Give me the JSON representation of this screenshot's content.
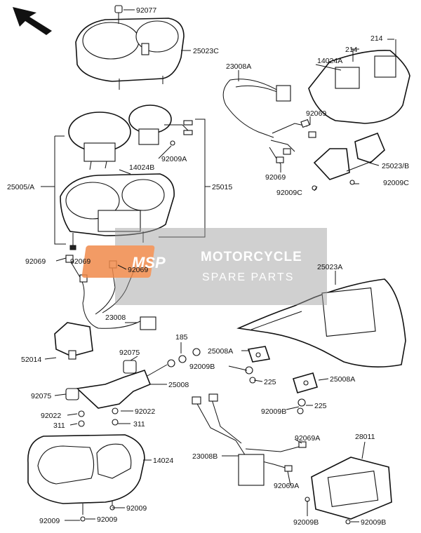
{
  "watermark": {
    "logo": "MSP",
    "title": "MOTORCYCLE",
    "subtitle": "SPARE PARTS",
    "accent_color": "#f08a4b"
  },
  "labels": {
    "p92077": "92077",
    "p25023c": "25023C",
    "p23008a": "23008A",
    "p214a": "214",
    "p214b": "214",
    "p14024a": "14024A",
    "p92069_top": "92069",
    "p92069_mid": "92069",
    "p25023b": "25023/B",
    "p92009c_l": "92009C",
    "p92009c_r": "92009C",
    "p92009a": "92009A",
    "p14024b": "14024B",
    "p25005a": "25005/A",
    "p25015": "25015",
    "p92069_l1": "92069",
    "p92069_l2": "92069",
    "p92069_l3": "92069",
    "p25023a": "25023A",
    "p23008": "23008",
    "p185": "185",
    "p25008a_top": "25008A",
    "p92009b_1": "92009B",
    "p225_1": "225",
    "p52014": "52014",
    "p92075_a": "92075",
    "p25008": "25008",
    "p25008a_r": "25008A",
    "p92075_b": "92075",
    "p92022_a": "92022",
    "p92022_b": "92022",
    "p92009b_2": "92009B",
    "p225_2": "225",
    "p311_a": "311",
    "p311_b": "311",
    "p23008b": "23008B",
    "p92069a_1": "92069A",
    "p28011": "28011",
    "p14024": "14024",
    "p92069a_2": "92069A",
    "p92009_1": "92009",
    "p92009_2": "92009",
    "p92009_3": "92009",
    "p92009b_3": "92009B",
    "p92009b_4": "92009B"
  },
  "icons": {
    "direction_arrow": "arrow-up-left-icon"
  }
}
